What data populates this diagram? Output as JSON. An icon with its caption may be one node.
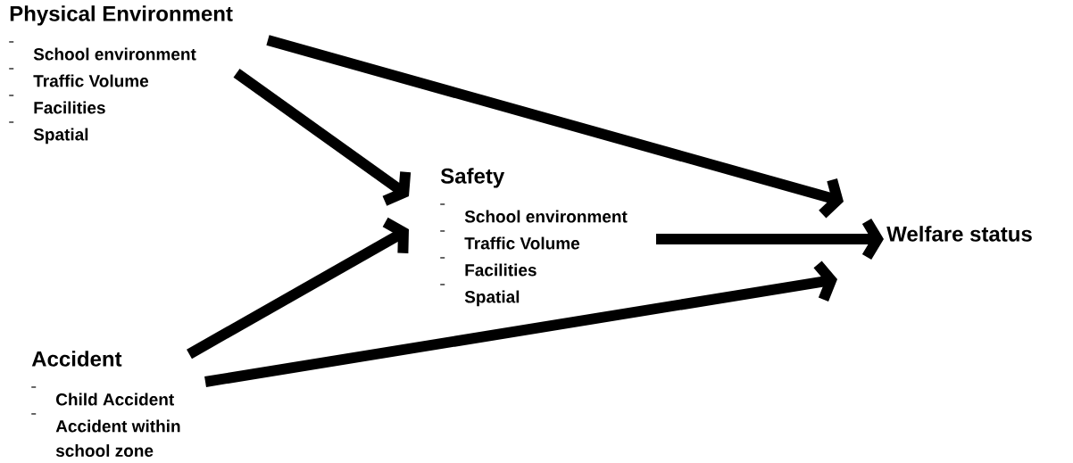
{
  "diagram": {
    "nodes": [
      {
        "text": [
          "Physical Environment",
          "School environment",
          "Traffic Volume",
          "Facilities",
          "Spatial"
        ]
      },
      {
        "text": [
          "Safety",
          "School environment",
          "Traffic Volume",
          "Facilities",
          "Spatial"
        ]
      },
      {
        "text": [
          "Welfare status"
        ]
      },
      {
        "text": [
          "Accident",
          "Child Accident",
          "Accident within school zone"
        ]
      }
    ],
    "edges": [
      {
        "from": 0,
        "to": 1,
        "arrow": "to"
      },
      {
        "from": 0,
        "to": 2,
        "arrow": "to"
      },
      {
        "from": 1,
        "to": 2,
        "arrow": "to"
      },
      {
        "from": 3,
        "to": 1,
        "arrow": "to"
      },
      {
        "from": 3,
        "to": 2,
        "arrow": "to"
      }
    ]
  }
}
